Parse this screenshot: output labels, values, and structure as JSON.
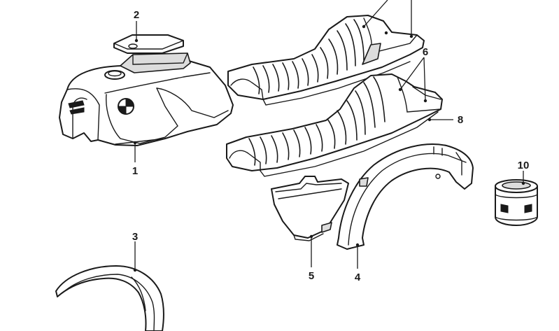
{
  "diagram": {
    "callouts": [
      {
        "id": "1",
        "label": "1"
      },
      {
        "id": "2",
        "label": "2"
      },
      {
        "id": "3",
        "label": "3"
      },
      {
        "id": "4",
        "label": "4"
      },
      {
        "id": "5",
        "label": "5"
      },
      {
        "id": "6",
        "label": "6"
      },
      {
        "id": "8",
        "label": "8"
      },
      {
        "id": "10",
        "label": "10"
      }
    ]
  },
  "colors": {
    "ink": "#1a1a1a",
    "paper": "#ffffff",
    "shade": "#dcdcdc"
  }
}
